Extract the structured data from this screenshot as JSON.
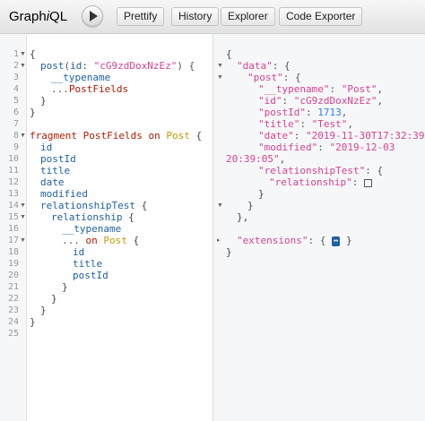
{
  "toolbar": {
    "logo_prefix": "Graph",
    "logo_italic": "i",
    "logo_suffix": "QL",
    "prettify_label": "Prettify",
    "history_label": "History",
    "explorer_label": "Explorer",
    "code_exporter_label": "Code Exporter"
  },
  "query_line_numbers": [
    "1",
    "2",
    "3",
    "4",
    "5",
    "6",
    "7",
    "8",
    "9",
    "10",
    "11",
    "12",
    "13",
    "14",
    "15",
    "16",
    "17",
    "18",
    "19",
    "20",
    "21",
    "22",
    "23",
    "24",
    "25"
  ],
  "query": {
    "l1": "{",
    "l2_field": "post",
    "l2_paren": "(",
    "l2_arg": "id",
    "l2_colon": ": ",
    "l2_val": "\"cG9zdDoxNzEz\"",
    "l2_close": ") {",
    "l3": "__typename",
    "l4_spread": "...",
    "l4_name": "PostFields",
    "l5": "}",
    "l6": "}",
    "l8_kw": "fragment",
    "l8_name": "PostFields",
    "l8_on": "on",
    "l8_type": "Post",
    "l8_brace": "{",
    "l9": "id",
    "l10": "postId",
    "l11": "title",
    "l12": "date",
    "l13": "modified",
    "l14_field": "relationshipTest",
    "l14_brace": "{",
    "l15_field": "relationship",
    "l15_brace": "{",
    "l16": "__typename",
    "l17_spread": "...",
    "l17_on": "on",
    "l17_type": "Post",
    "l17_brace": "{",
    "l18": "id",
    "l19": "title",
    "l20": "postId",
    "l21": "}",
    "l22": "}",
    "l23": "}",
    "l24": "}"
  },
  "result": {
    "r1": "{",
    "r2_key": "\"data\"",
    "r2_rest": ": {",
    "r3_key": "\"post\"",
    "r3_rest": ": {",
    "r4_key": "\"__typename\"",
    "r4_val": "\"Post\"",
    "r5_key": "\"id\"",
    "r5_val": "\"cG9zdDoxNzEz\"",
    "r6_key": "\"postId\"",
    "r6_val": "1713",
    "r7_key": "\"title\"",
    "r7_val": "\"Test\"",
    "r8_key": "\"date\"",
    "r8_val": "\"2019-11-30T17:32:39\"",
    "r9_key": "\"modified\"",
    "r9_val_a": "\"2019-12-03",
    "r9_val_b": "20:39:05\"",
    "r10_key": "\"relationshipTest\"",
    "r10_rest": ": {",
    "r11_key": "\"relationship\"",
    "r12": "}",
    "r13": "}",
    "r14": "},",
    "r15_key": "\"extensions\"",
    "r15_rest": ": {",
    "r15_badge": "↔",
    "r15_close": "}",
    "r16": "}"
  },
  "colors": {
    "keyword": "#b11a04",
    "field": "#1f61a0",
    "string": "#d64292",
    "type": "#ca9800",
    "number": "#2882f9"
  }
}
